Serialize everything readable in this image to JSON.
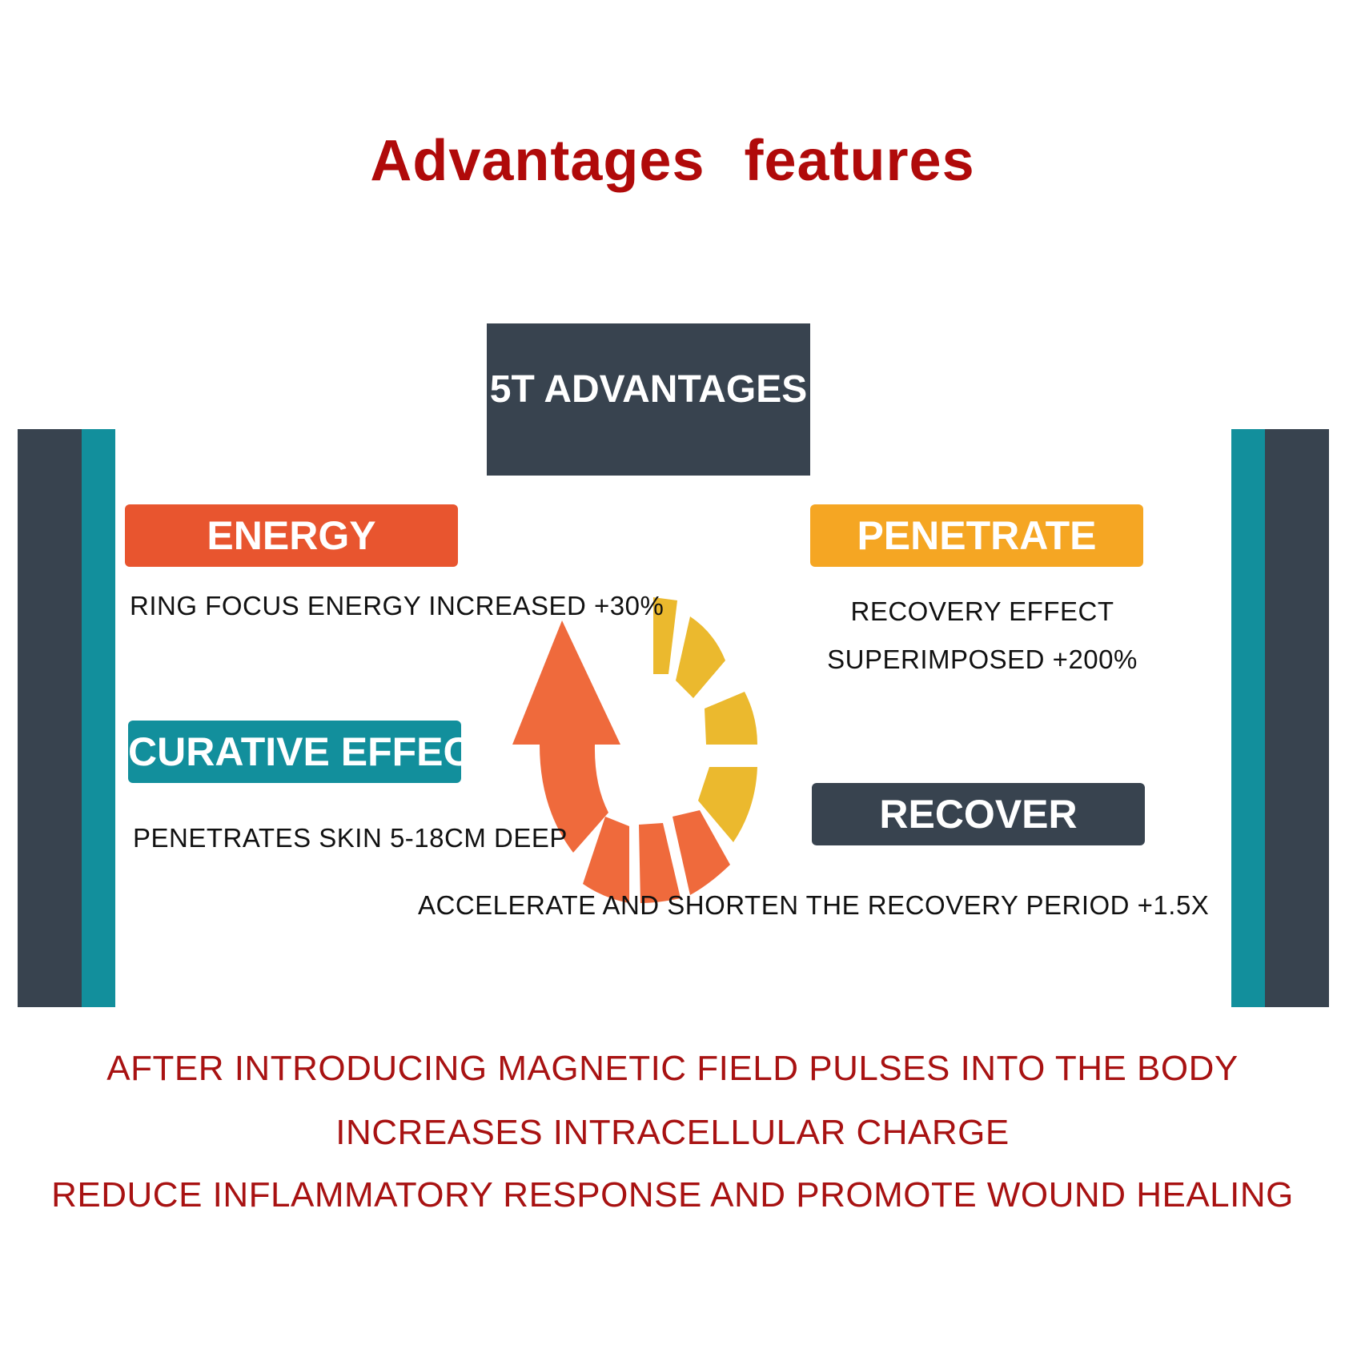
{
  "title": "Advantages  features",
  "center_label": "5T ADVANTAGES",
  "colors": {
    "title_red": "#b00a0a",
    "bottom_red": "#a81212",
    "dark_slate": "#38434f",
    "teal": "#128f9c",
    "energy_orange": "#e8552f",
    "penetrate_amber": "#f5a623",
    "cycle_orange": "#ef6a3c",
    "cycle_yellow": "#ebb92e"
  },
  "features": {
    "energy": {
      "label": "ENERGY",
      "description": "RING FOCUS ENERGY INCREASED +30%"
    },
    "penetrate": {
      "label": "PENETRATE",
      "description_line1": "RECOVERY EFFECT",
      "description_line2": "SUPERIMPOSED +200%"
    },
    "curative": {
      "label": "CURATIVE EFFECT",
      "description": "PENETRATES SKIN 5-18CM DEEP"
    },
    "recover": {
      "label": "RECOVER",
      "description": "ACCELERATE AND SHORTEN THE RECOVERY PERIOD +1.5X"
    }
  },
  "bottom_lines": [
    "AFTER INTRODUCING MAGNETIC FIELD PULSES INTO THE BODY",
    "INCREASES INTRACELLULAR CHARGE",
    "REDUCE INFLAMMATORY RESPONSE AND PROMOTE WOUND HEALING"
  ]
}
